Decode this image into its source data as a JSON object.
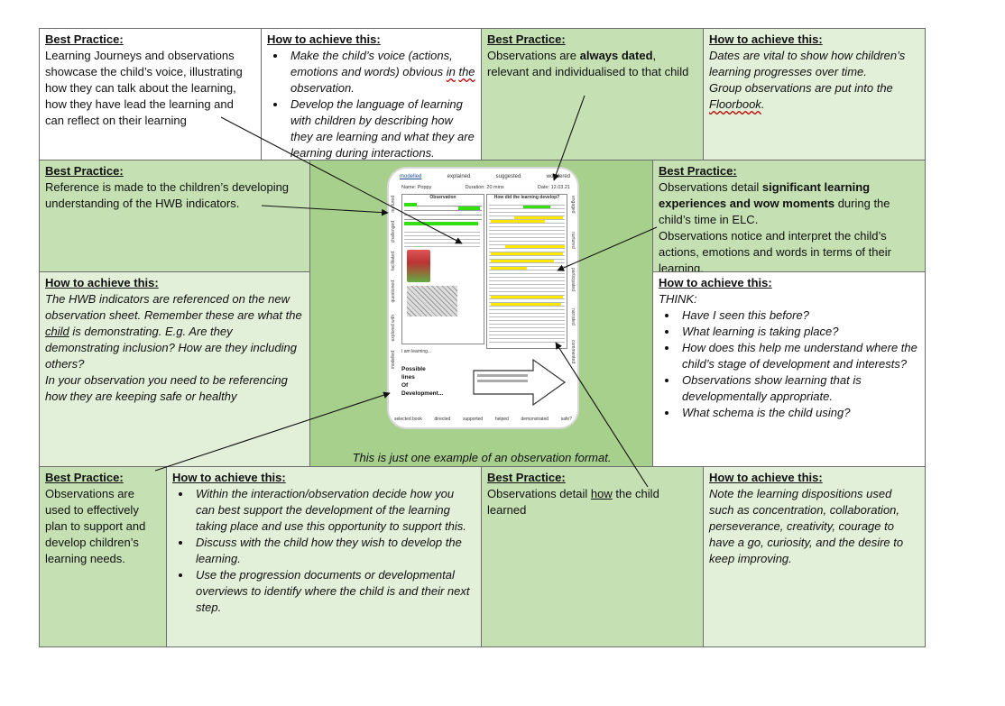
{
  "row1": {
    "c1": {
      "heading": "Best Practice:",
      "text": "Learning Journeys and observations showcase the child’s voice, illustrating how they can talk about the learning, how they have lead the learning and can reflect on their learning"
    },
    "c2": {
      "heading": "How to achieve this:",
      "b1a": "Make the child’s voice (actions, emotions and words) obvious ",
      "b1w1": "in",
      "b1w2": "the",
      "b1b": " observation.",
      "b2": "Develop the language of learning with children by describing how they are learning and what they are learning during interactions."
    },
    "c3": {
      "heading": "Best Practice:",
      "t1": "Observations are ",
      "bold": "always dated",
      "t2": ", relevant and individualised to that child"
    },
    "c4": {
      "heading": "How to achieve this:",
      "t1": "Dates are vital to show how children’s learning progresses over time.",
      "t2": "Group observations are put into the ",
      "w": "Floorbook",
      "t3": "."
    }
  },
  "row2": {
    "left_bp": {
      "heading": "Best Practice:",
      "text": "Reference is made to the children’s developing understanding of the HWB indicators."
    },
    "left_how": {
      "heading": "How to achieve this:",
      "t1": "The HWB indicators are referenced on the new observation sheet. Remember these are what the ",
      "u": "child",
      "t2": " is demonstrating. E.g. Are they demonstrating inclusion? How are they including others?",
      "t3": "In your observation you need to be referencing how they are keeping safe or healthy"
    },
    "right_bp": {
      "heading": "Best Practice:",
      "t1": "Observations detail ",
      "b1": "significant learning experiences and wow moments",
      "t2": " during the child’s time in ELC.",
      "t3": "Observations notice and interpret the child’s actions, emotions and words in terms of their learning."
    },
    "right_how": {
      "heading": "How to achieve this:",
      "think": "THINK:",
      "bullets": [
        "Have I seen this before?",
        "What learning is taking place?",
        "How does this help me understand where the child’s stage of development and interests?",
        "Observations show learning that is developmentally appropriate.",
        "What schema is the child using?"
      ]
    },
    "caption": "This is just one example of an observation format."
  },
  "card": {
    "top": [
      "modelled",
      "explained",
      "suggested",
      "wondered"
    ],
    "name": "Name: Poppy",
    "duration": "Duration: 20 mins",
    "date": "Date: 12.03.21",
    "obs_title": "Observation",
    "how_title": "How did the learning develop?",
    "left_labels": [
      "nurtured",
      "challenged",
      "facilitated",
      "questioned",
      "explored with",
      "modelled"
    ],
    "right_labels": [
      "engaged",
      "nurtured",
      "participated",
      "narrated",
      "commented"
    ],
    "iam": "I am learning...",
    "possible": [
      "Possible",
      "lines",
      "Of",
      "Development..."
    ],
    "bottom": [
      "selected book",
      "directed",
      "supported",
      "helped",
      "demonstrated",
      "safe?"
    ]
  },
  "row3": {
    "c1": {
      "heading": "Best Practice:",
      "text": "Observations are used to effectively plan to support and develop children’s learning needs."
    },
    "c2": {
      "heading": "How to achieve this:",
      "bullets": [
        "Within the interaction/observation decide how you can best support the development of the learning taking place and use this opportunity to support this.",
        "Discuss with the child how they wish to develop the learning.",
        "Use the progression documents or developmental overviews to identify where the child is and their next step."
      ]
    },
    "c3": {
      "heading": "Best Practice:",
      "t1": "Observations detail ",
      "u": "how",
      "t2": " the child learned"
    },
    "c4": {
      "heading": "How to achieve this:",
      "text": "Note the learning dispositions used such as concentration, collaboration, perseverance, creativity, courage to have a go, curiosity, and the desire to keep improving."
    }
  }
}
